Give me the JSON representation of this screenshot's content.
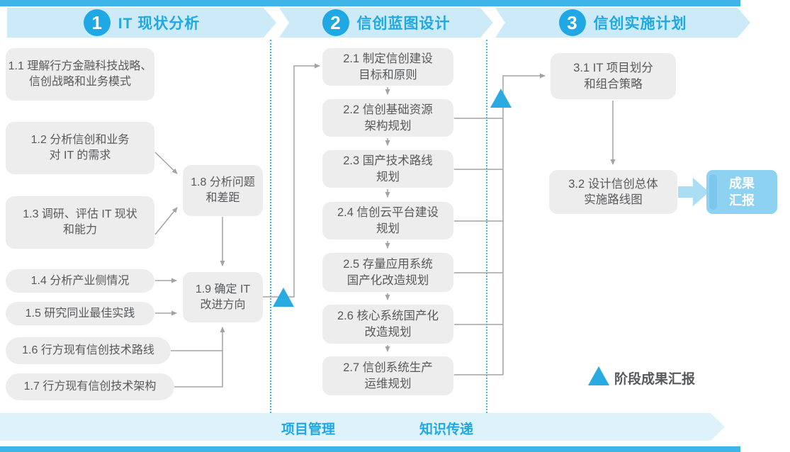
{
  "header": {
    "phases": [
      {
        "num": "1",
        "title": "IT 现状分析"
      },
      {
        "num": "2",
        "title": "信创蓝图设计"
      },
      {
        "num": "3",
        "title": "信创实施计划"
      }
    ]
  },
  "p1": {
    "b11": "1.1 理解行方金融科技战略、\n信创战略和业务模式",
    "b12": "1.2 分析信创和业务\n对 IT 的需求",
    "b13": "1.3 调研、评估 IT 现状\n和能力",
    "b14": "1.4 分析产业侧情况",
    "b15": "1.5 研究同业最佳实践",
    "b16": "1.6 行方现有信创技术路线",
    "b17": "1.7 行方现有信创技术架构",
    "b18": "1.8 分析问题\n和差距",
    "b19": "1.9 确定 IT\n改进方向"
  },
  "p2": {
    "b21": "2.1 制定信创建设\n目标和原则",
    "b22": "2.2 信创基础资源\n架构规划",
    "b23": "2.3 国产技术路线\n规划",
    "b24": "2.4 信创云平台建设\n规划",
    "b25": "2.5 存量应用系统\n国产化改造规划",
    "b26": "2.6 核心系统国产化\n改造规划",
    "b27": "2.7 信创系统生产\n运维规划"
  },
  "p3": {
    "b31": "3.1 IT 项目划分\n和组合策略",
    "b32": "3.2 设计信创总体\n实施路线图",
    "result": "成果\n汇报"
  },
  "legend": {
    "milestone": "阶段成果汇报"
  },
  "footer": {
    "project": "项目管理",
    "knowledge": "知识传递"
  },
  "colors": {
    "accent": "#29ABE2",
    "header_band": "#CDEAF8",
    "footer_band": "#DEF2FB",
    "box_bg": "#EDEDED",
    "box_text": "#58595B",
    "connector": "#A3A3A3",
    "result_box": "#8DD3F1",
    "result_stripe": "#7CC8EC",
    "result_arrow": "#ABDEF5"
  }
}
